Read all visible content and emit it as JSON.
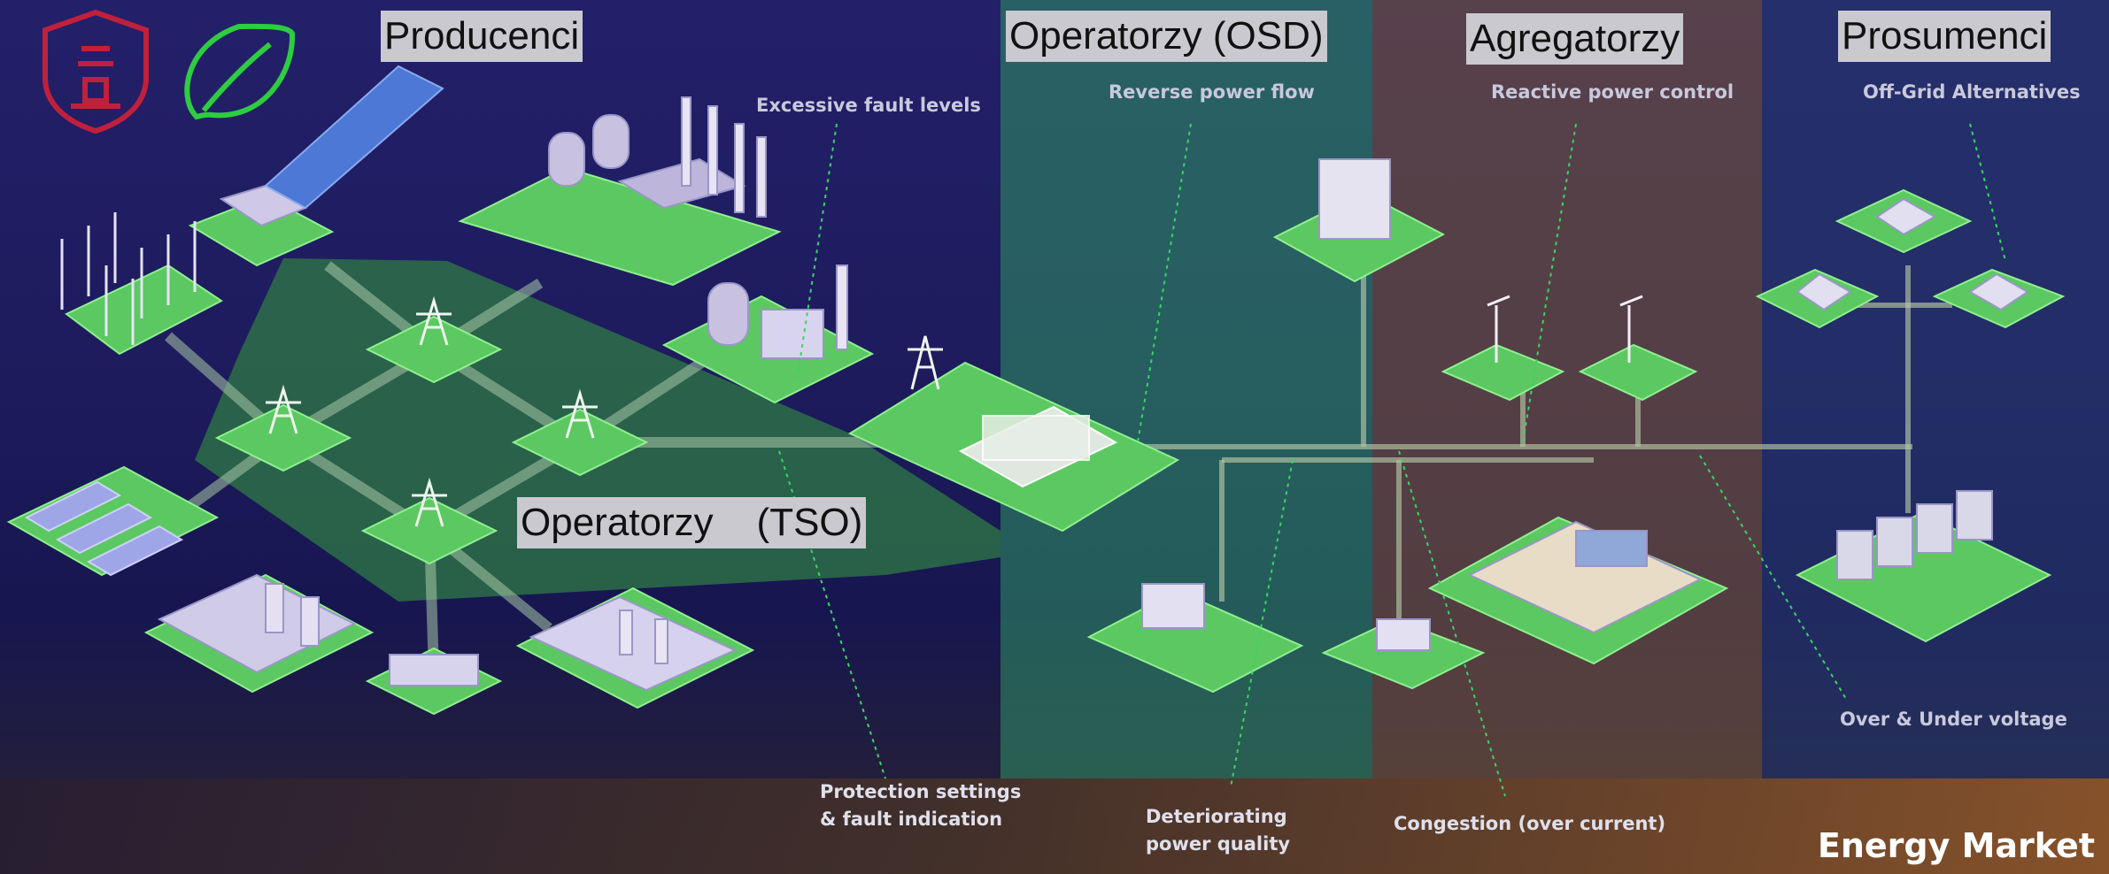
{
  "logos": {
    "shield": "guard-shield-logo",
    "leaf": "leaf-logo"
  },
  "zones": {
    "producers": "Producenci",
    "tso": "Operatorzy    (TSO)",
    "osd": "Operatorzy (OSD)",
    "aggregators": "Agregatorzy",
    "prosumers": "Prosumenci"
  },
  "issues": {
    "fault_levels": "Excessive fault levels",
    "reverse_flow": "Reverse power flow",
    "reactive_control": "Reactive power control",
    "off_grid": "Off-Grid Alternatives",
    "protection_1": "Protection settings",
    "protection_2": "& fault indication",
    "quality_1": "Deteriorating",
    "quality_2": "power quality",
    "congestion": "Congestion (over current)",
    "voltage": "Over & Under voltage"
  },
  "market": "Energy Market",
  "colors": {
    "background": "#1d1b5c",
    "osd_zone": "#2f8f62",
    "aggregator_zone": "#7a5a3a",
    "prosumer_zone": "#2a3f6e",
    "tso_zone": "#2f7a45",
    "platform": "#5cc861",
    "logo_red": "#c0203c",
    "logo_green": "#2ecc40",
    "dotted_line": "#39d463"
  }
}
